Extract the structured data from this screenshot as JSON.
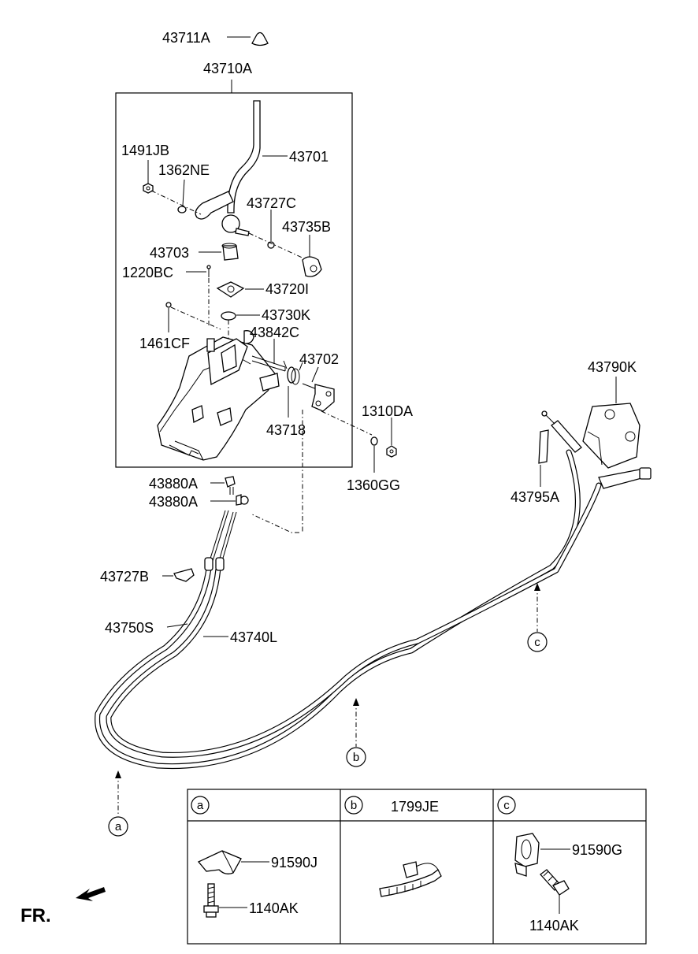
{
  "labels": {
    "knob": "43711A",
    "lever_assy": "43710A",
    "nut": "1491JB",
    "washer_top": "1362NE",
    "lever": "43701",
    "washer_right": "43727C",
    "bushing_right": "43735B",
    "bushing": "43703",
    "pin": "1220BC",
    "gasket": "43720I",
    "oring": "43730K",
    "clip": "1461CF",
    "shaft": "43842C",
    "link": "43702",
    "spring": "43718",
    "nut_right": "1310DA",
    "washer_bottom": "1360GG",
    "bracket_right": "43790K",
    "bracket_small": "43795A",
    "end_a": "43880A",
    "end_b": "43880A",
    "retainer": "43727B",
    "cable_select": "43750S",
    "cable_shift": "43740L"
  },
  "callouts": {
    "a": "a",
    "b": "b",
    "c": "c"
  },
  "legend": {
    "col_a": {
      "letter": "a",
      "part1": "91590J",
      "part2": "1140AK"
    },
    "col_b": {
      "letter": "b",
      "header": "1799JE"
    },
    "col_c": {
      "letter": "c",
      "part1": "91590G",
      "part2": "1140AK"
    }
  },
  "direction_label": "FR."
}
